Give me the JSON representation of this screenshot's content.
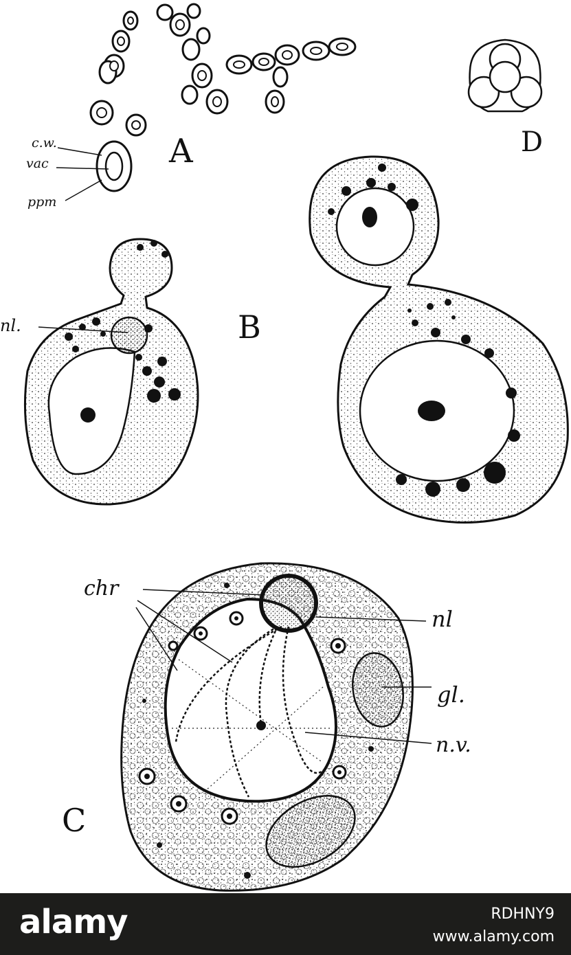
{
  "figure": {
    "panels": {
      "a": "A",
      "b": "B",
      "c": "C",
      "d": "D"
    },
    "labels_a": {
      "cell_wall": "c.w.",
      "vacuole": "vac",
      "protoplasm": "ppm"
    },
    "labels_b": {
      "nucleolus": "nl."
    },
    "labels_c": {
      "chromatin": "chr",
      "nucleolus": "nl",
      "glycogen": "gl.",
      "nuclear_vacuole": "n.v."
    }
  },
  "stock": {
    "logo": "alamy",
    "image_id": "RDHNY9",
    "url": "www.alamy.com"
  },
  "colors": {
    "ink": "#111111",
    "stipple": "#444444",
    "footer_bg": "#1d1d1b",
    "footer_text": "#ffffff"
  }
}
